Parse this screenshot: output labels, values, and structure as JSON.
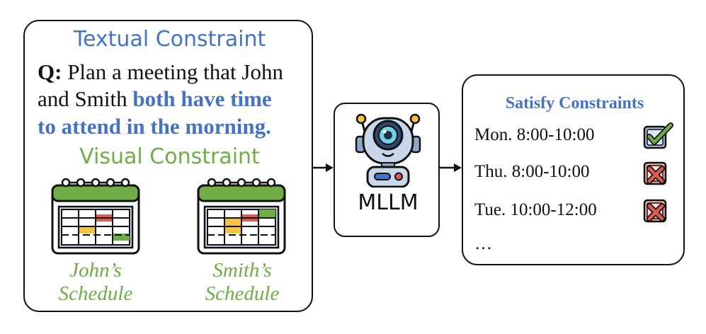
{
  "textual_constraint": {
    "title": "Textual Constraint",
    "q_prefix": "Q:",
    "line1": " Plan a meeting that John",
    "line2_plain": "and Smith ",
    "line2_bold": "both have time",
    "line3_bold": "to attend in the morning."
  },
  "visual_constraint": {
    "title": "Visual Constraint",
    "calendars": [
      {
        "caption_line1": "John’s",
        "caption_line2": "Schedule"
      },
      {
        "caption_line1": "Smith’s",
        "caption_line2": "Schedule"
      }
    ]
  },
  "model": {
    "label": "MLLM",
    "icon": "robot-icon"
  },
  "output": {
    "title": "Satisfy Constraints",
    "options": [
      {
        "text": "Mon. 8:00-10:00",
        "status": "check"
      },
      {
        "text": "Thu.  8:00-10:00",
        "status": "cross"
      },
      {
        "text": "Tue.  10:00-12:00",
        "status": "cross"
      }
    ],
    "ellipsis": "…"
  },
  "colors": {
    "blue": "#4472c4",
    "green": "#70ad47",
    "red": "#e05a4f",
    "yellow": "#f5c244"
  }
}
